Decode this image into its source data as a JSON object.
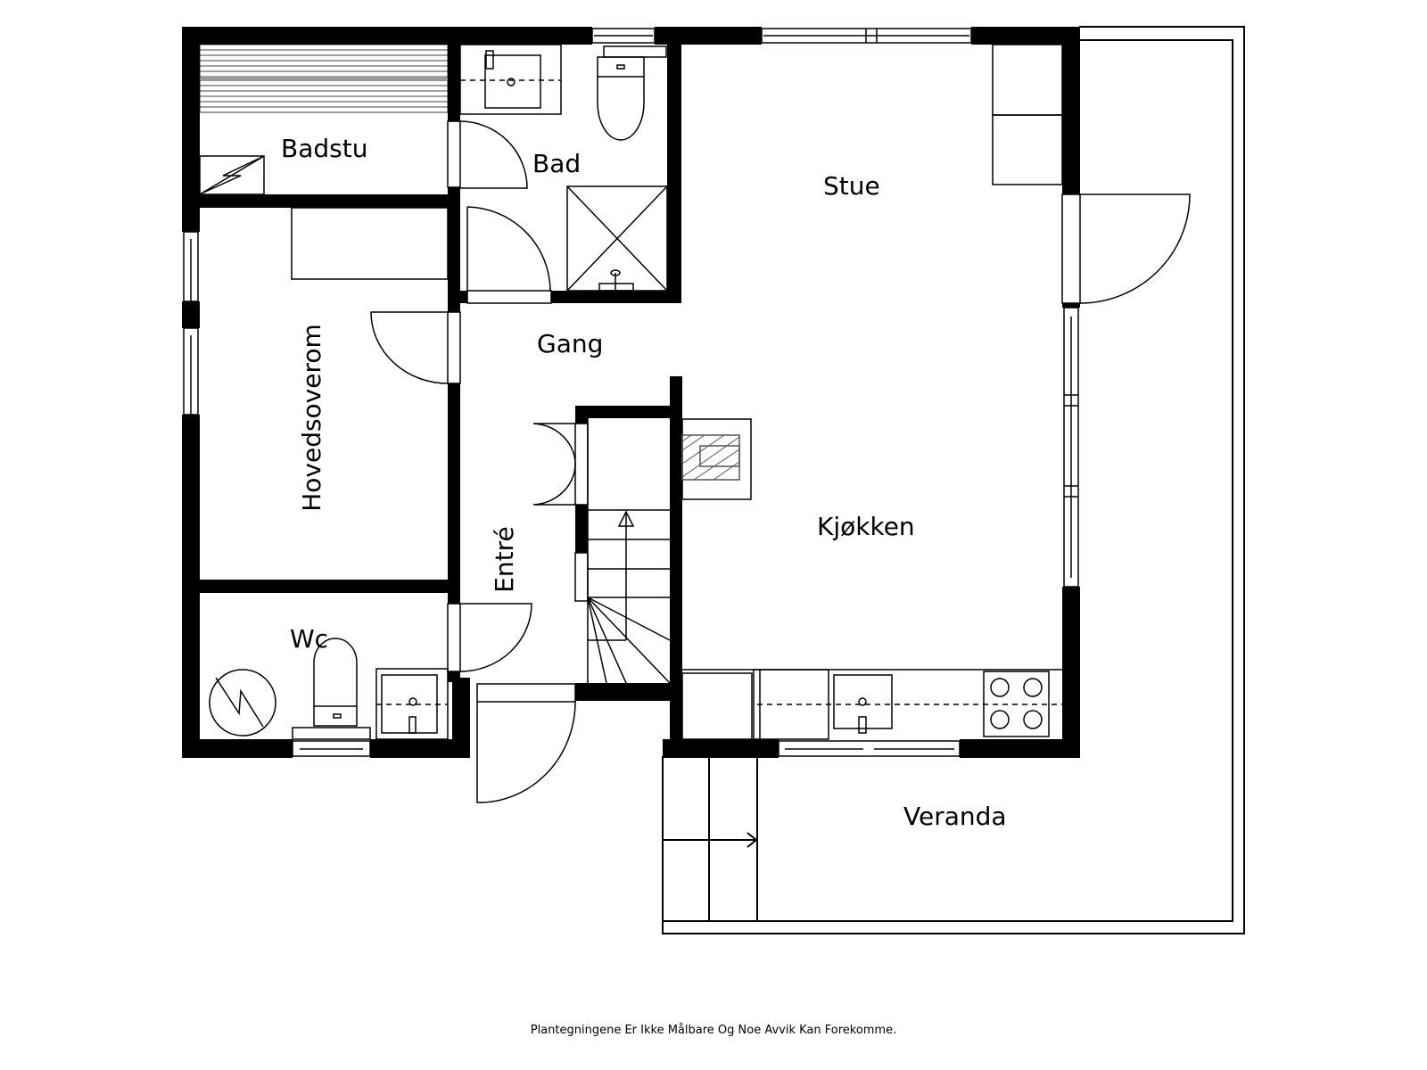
{
  "floorplan": {
    "rooms": [
      {
        "id": "badstu",
        "label": "Badstu"
      },
      {
        "id": "bad",
        "label": "Bad"
      },
      {
        "id": "stue",
        "label": "Stue"
      },
      {
        "id": "gang",
        "label": "Gang"
      },
      {
        "id": "hovedsoverom",
        "label": "Hovedsoverom"
      },
      {
        "id": "entre",
        "label": "Entré"
      },
      {
        "id": "kjokken",
        "label": "Kjøkken"
      },
      {
        "id": "wc",
        "label": "Wc"
      },
      {
        "id": "veranda",
        "label": "Veranda"
      }
    ],
    "colors": {
      "wall": "#000000",
      "line": "#000000",
      "background": "#ffffff",
      "hatch": "#555555"
    }
  },
  "footer": {
    "disclaimer": "Plantegningene Er Ikke Målbare Og Noe Avvik Kan Forekomme."
  }
}
